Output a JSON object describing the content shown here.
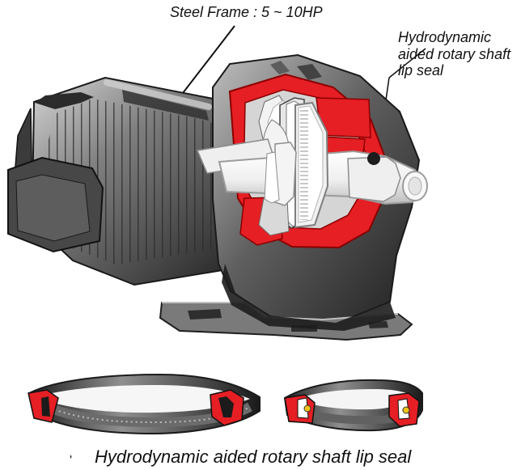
{
  "labels": {
    "frame": "Steel Frame  :  5 ~ 10HP",
    "seal_callout": "Hydrodynamic aided rotary shaft lip seal",
    "caption": "Hydrodynamic aided rotary shaft lip seal",
    "tick": "'"
  },
  "colors": {
    "cutaway_red": "#e51f24",
    "metal_dark": "#222222",
    "metal_mid": "#6d6d6d",
    "metal_light": "#b9b9b9",
    "shaft_white": "#f3f3f3",
    "background": "#ffffff"
  }
}
